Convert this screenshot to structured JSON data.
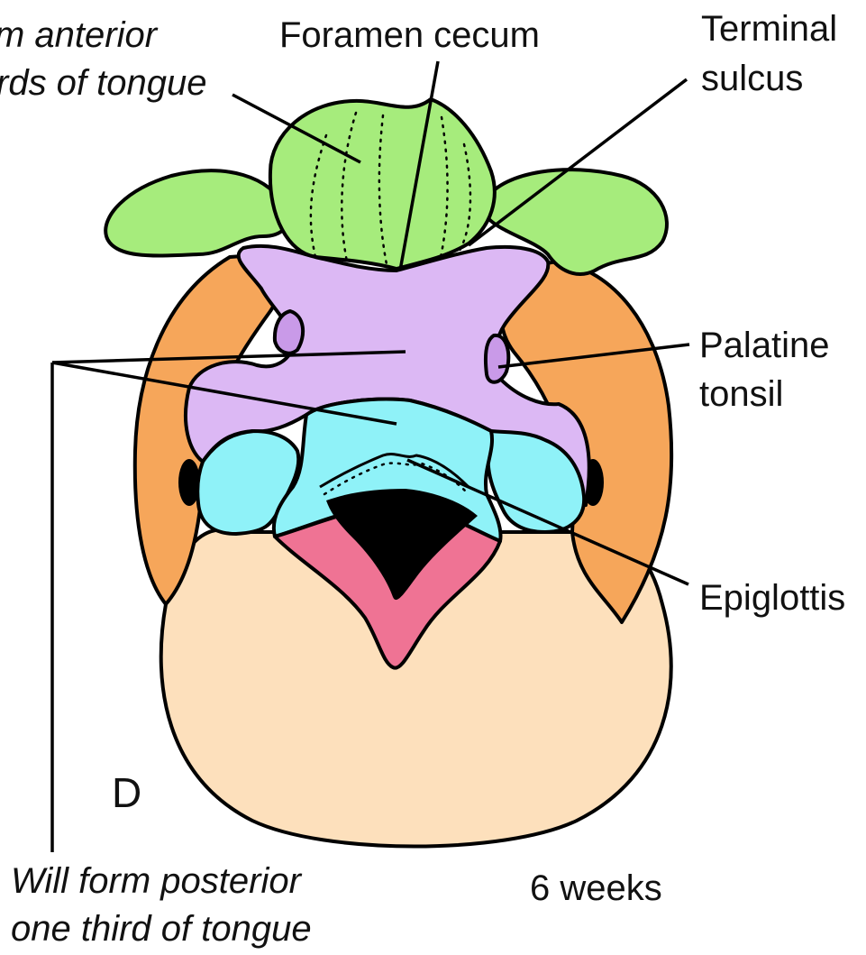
{
  "labels": {
    "anterior_line1": "m anterior",
    "anterior_line2": "rds of tongue",
    "foramen_cecum": "Foramen cecum",
    "terminal_line1": "Terminal",
    "terminal_line2": "sulcus",
    "palatine_line1": "Palatine",
    "palatine_line2": "tonsil",
    "epiglottis": "Epiglottis",
    "panel_letter": "D",
    "age": "6 weeks",
    "posterior_line1": "Will form posterior",
    "posterior_line2": "one third of tongue"
  },
  "colors": {
    "green": "#a6ec7c",
    "lavender": "#dcb8f4",
    "cyan": "#8ff2f8",
    "orange": "#f6a65a",
    "peach": "#fde0bc",
    "pink": "#ef7394",
    "black": "#000000"
  }
}
